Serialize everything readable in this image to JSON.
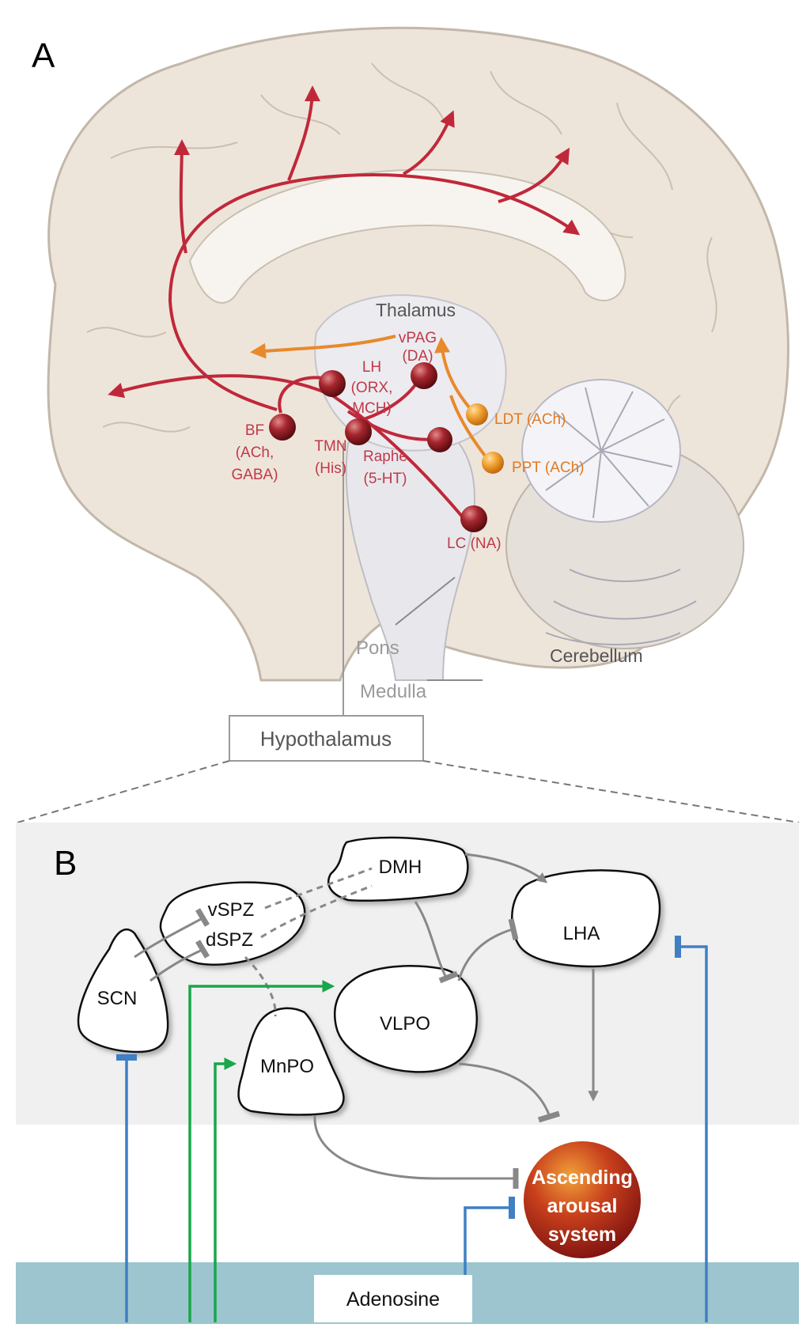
{
  "panel_a": {
    "letter": "A",
    "regions": {
      "thalamus": "Thalamus",
      "pons": "Pons",
      "medulla": "Medulla",
      "cerebellum": "Cerebellum"
    },
    "nuclei": {
      "bf": [
        "BF",
        "(ACh,",
        "GABA)"
      ],
      "lh": [
        "LH",
        "(ORX,",
        "MCH)"
      ],
      "vpag": [
        "vPAG",
        "(DA)"
      ],
      "tmn": [
        "TMN",
        "(His)"
      ],
      "raphe": [
        "Raphe",
        "(5-HT)"
      ],
      "lc": "LC (NA)",
      "ldt": "LDT (ACh)",
      "ppt": "PPT (ACh)"
    },
    "hypothalamus_label": "Hypothalamus"
  },
  "panel_b": {
    "letter": "B",
    "nuclei": {
      "dmh": "DMH",
      "vspz": "vSPZ",
      "dspz": "dSPZ",
      "lha": "LHA",
      "scn": "SCN",
      "vlpo": "VLPO",
      "mnpo": "MnPO"
    },
    "ascending_arousal_system": [
      "Ascending",
      "arousal",
      "system"
    ],
    "adenosine": "Adenosine"
  },
  "colors": {
    "excitatory_red": "#c0283a",
    "cholinergic_orange": "#e8892c",
    "inhibitory_grey": "#888888",
    "adenosine_blue": "#3f7fc4",
    "adenosine_green": "#1aa64a",
    "adenosine_band": "#9cc5cf",
    "hypothalamus_band": "#f0f0f0"
  }
}
